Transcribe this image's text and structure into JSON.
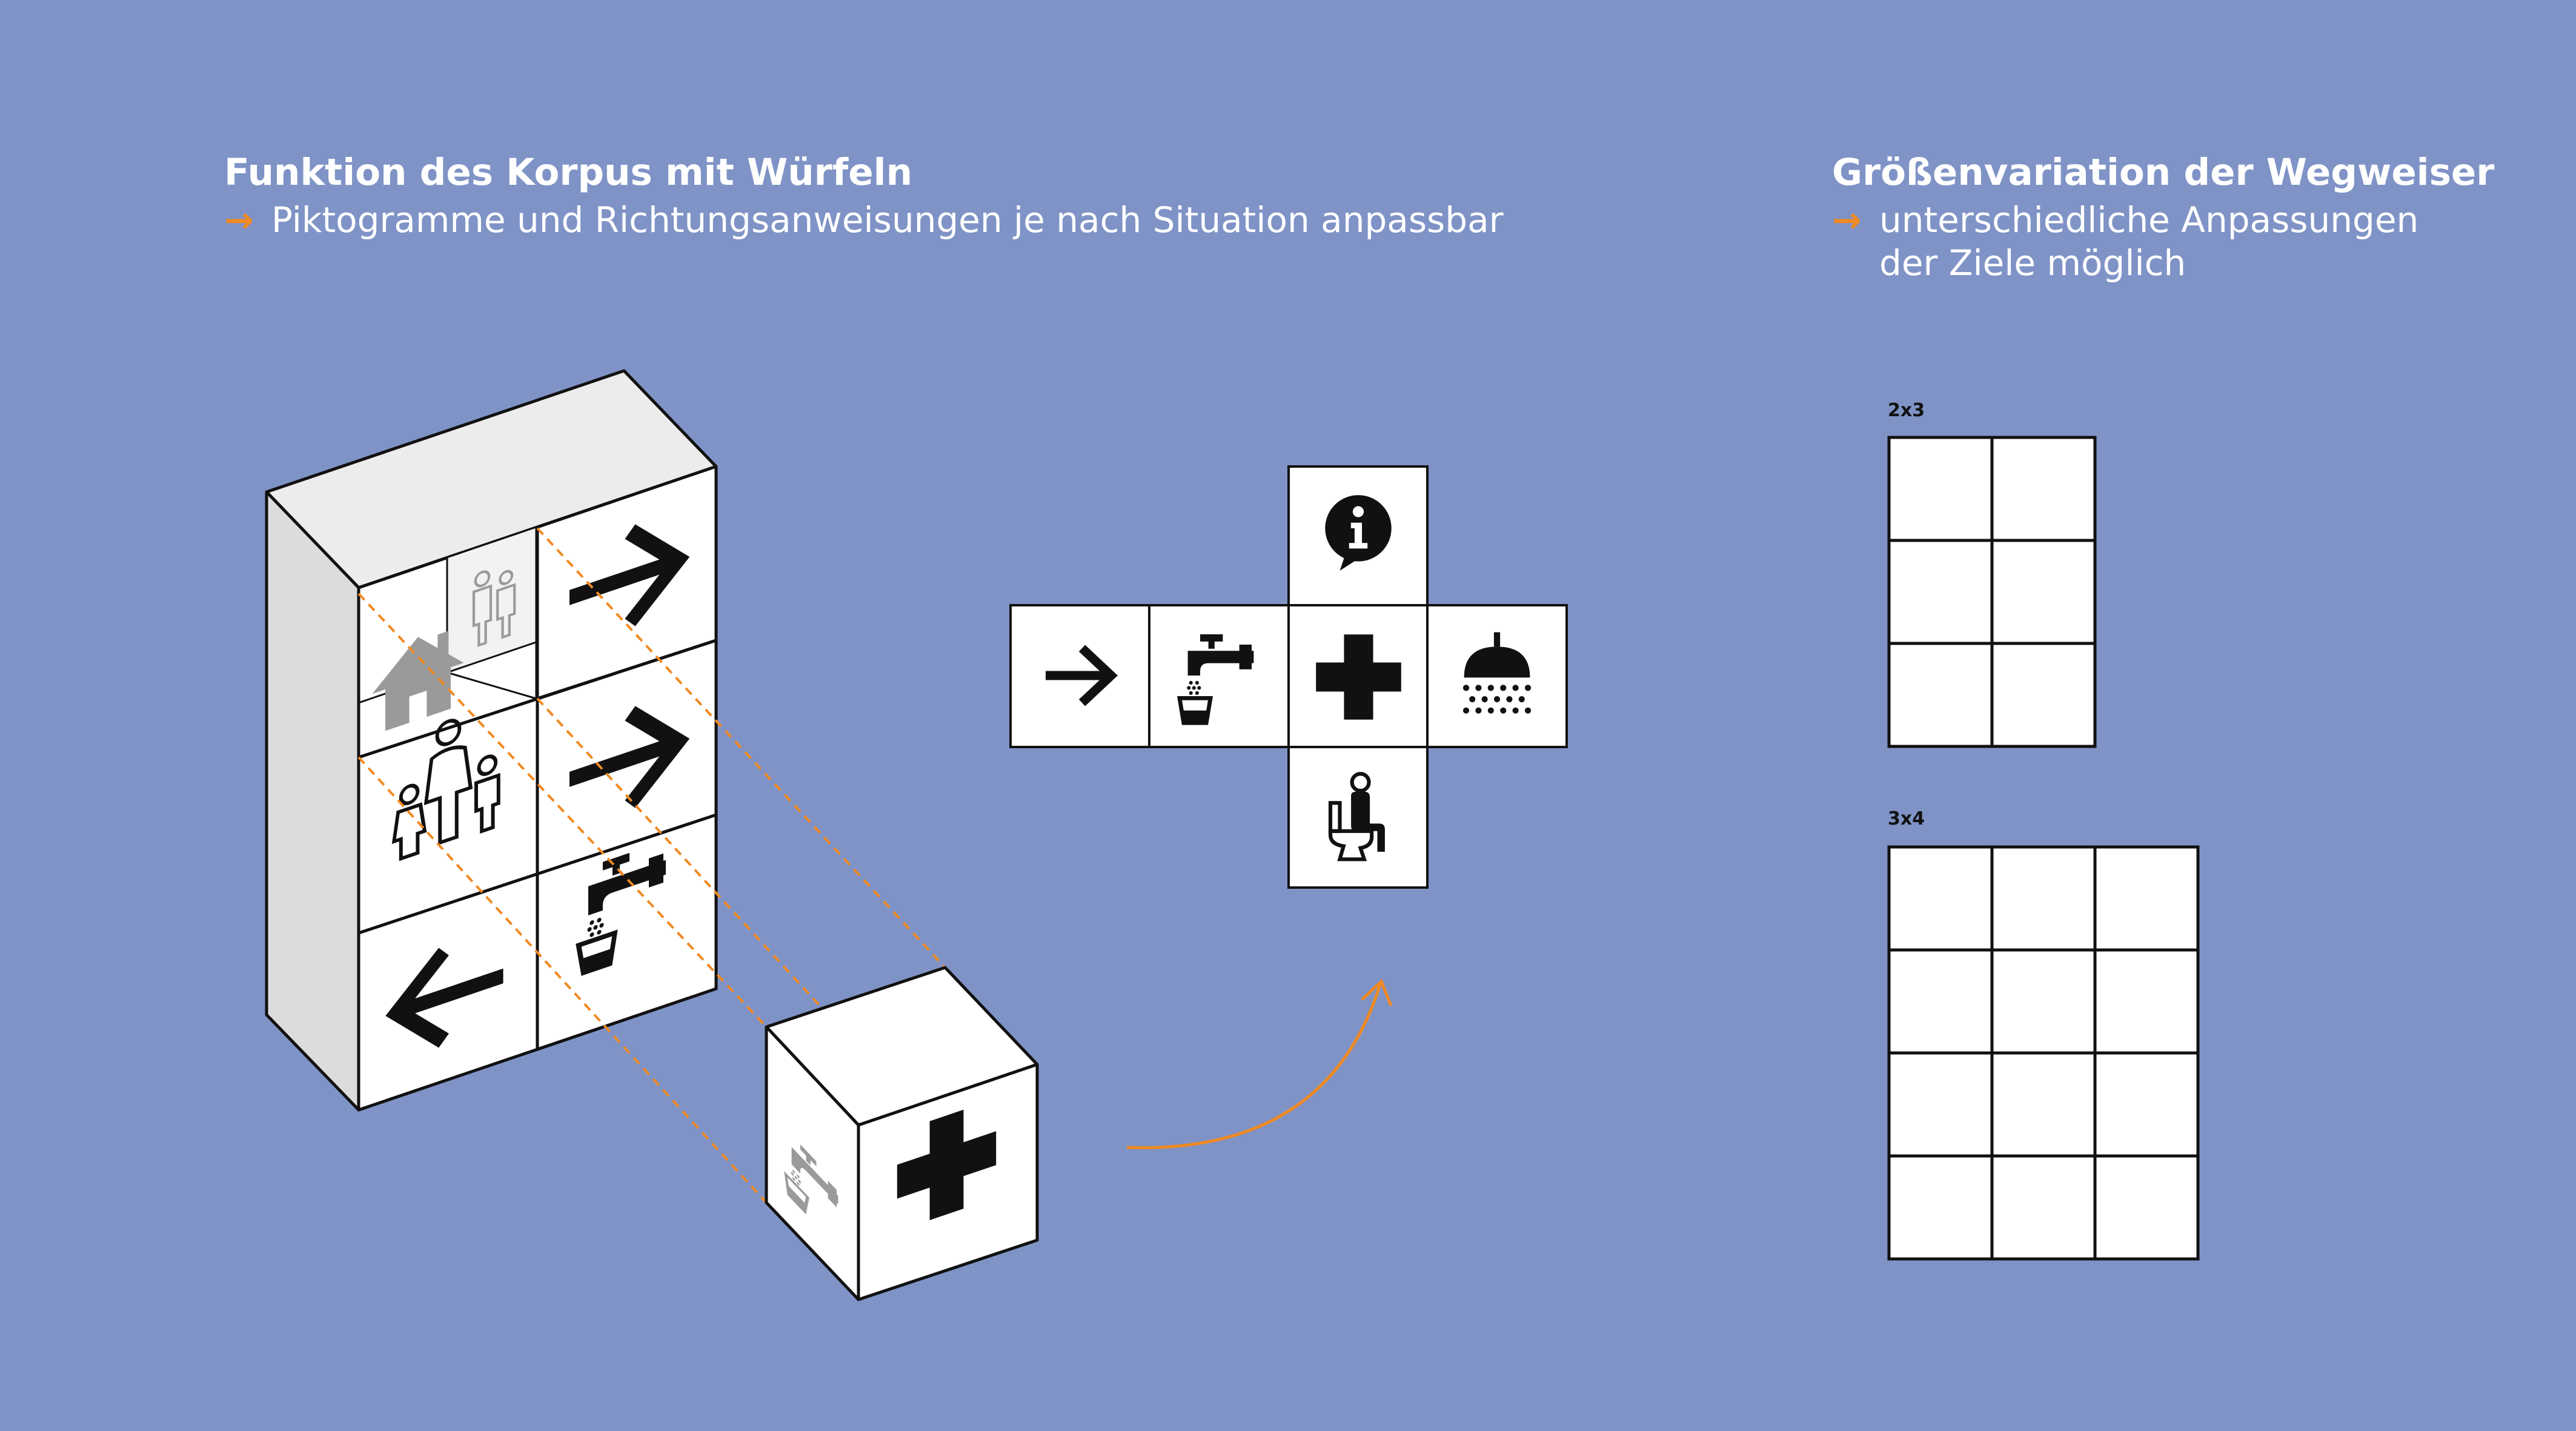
{
  "left_heading": {
    "title": "Funktion des Korpus mit Würfeln",
    "arrow": "→",
    "line1": "Piktogramme und Richtungsanweisungen je nach Situation anpassbar"
  },
  "right_heading": {
    "title": "Größenvariation der Wegweiser",
    "arrow": "→",
    "line1": "unterschiedliche Anpassungen",
    "line2": "der Ziele möglich"
  },
  "grids": {
    "small": {
      "label": "2x3",
      "cols": 2,
      "rows": 3
    },
    "large": {
      "label": "3x4",
      "cols": 3,
      "rows": 4
    }
  },
  "cube_net": {
    "top": "info-icon",
    "row": [
      "arrow-right-icon",
      "water-tap-icon",
      "first-aid-cross-icon",
      "shower-icon"
    ],
    "bottom": "toilet-icon"
  },
  "colors": {
    "background": "#7f93c6",
    "accent": "#f08a24",
    "cell": "#ffffff",
    "stroke": "#111111"
  }
}
